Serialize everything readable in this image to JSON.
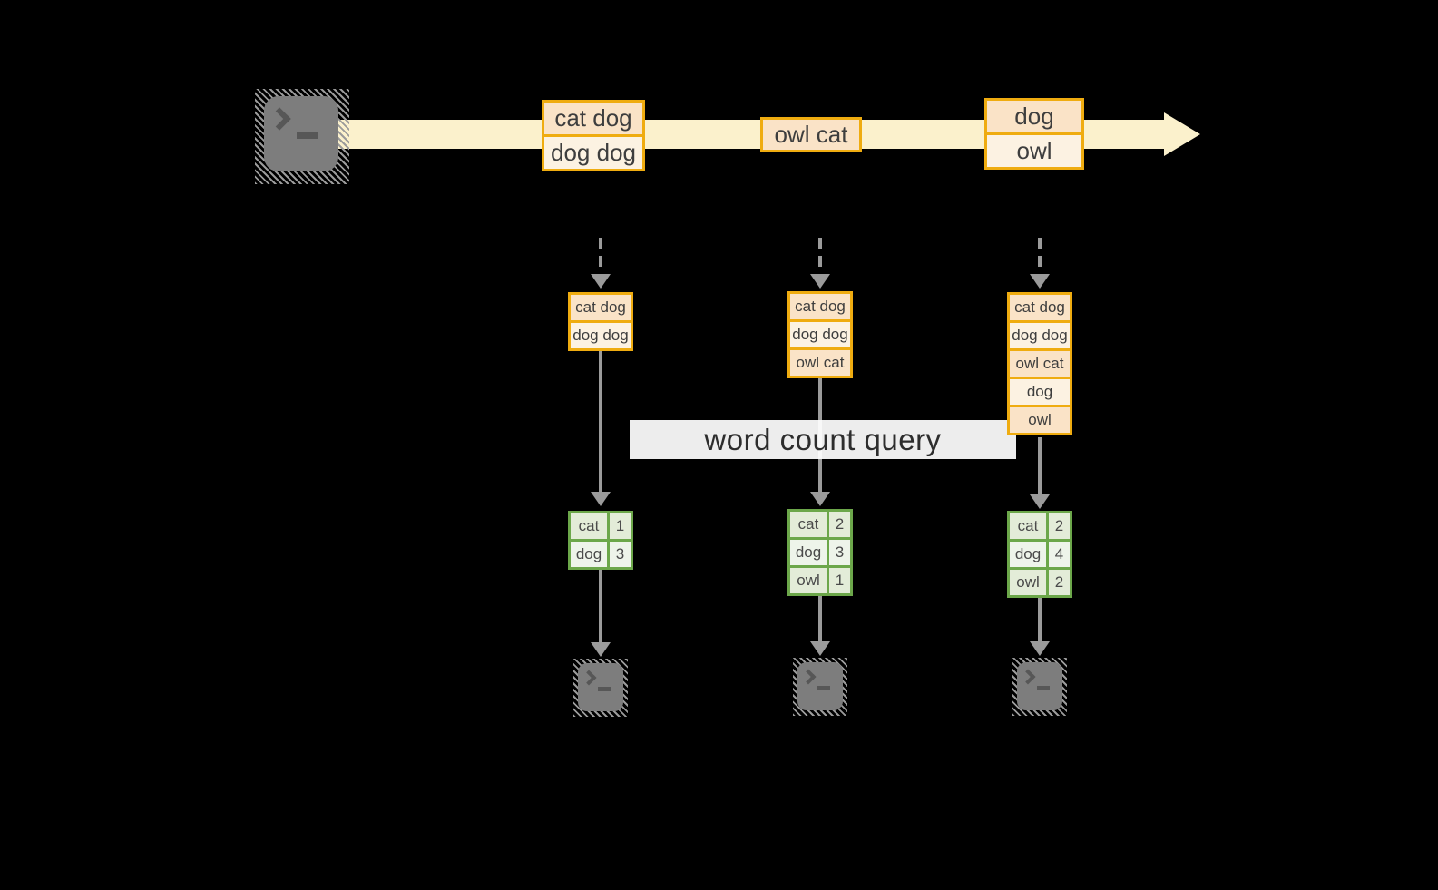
{
  "query": {
    "label": "word count query"
  },
  "stream": {
    "batches": [
      {
        "rows": [
          "cat dog",
          "dog dog"
        ]
      },
      {
        "rows": [
          "owl cat"
        ]
      },
      {
        "rows": [
          "dog",
          "owl"
        ]
      }
    ]
  },
  "states": [
    {
      "rows": [
        "cat dog",
        "dog dog"
      ]
    },
    {
      "rows": [
        "cat dog",
        "dog dog",
        "owl cat"
      ]
    },
    {
      "rows": [
        "cat dog",
        "dog dog",
        "owl cat",
        "dog",
        "owl"
      ]
    }
  ],
  "results": [
    {
      "rows": [
        {
          "word": "cat",
          "count": "1"
        },
        {
          "word": "dog",
          "count": "3"
        }
      ]
    },
    {
      "rows": [
        {
          "word": "cat",
          "count": "2"
        },
        {
          "word": "dog",
          "count": "3"
        },
        {
          "word": "owl",
          "count": "1"
        }
      ]
    },
    {
      "rows": [
        {
          "word": "cat",
          "count": "2"
        },
        {
          "word": "dog",
          "count": "4"
        },
        {
          "word": "owl",
          "count": "2"
        }
      ]
    }
  ],
  "icons": {
    "source": "terminal-icon",
    "sinks": [
      "terminal-icon",
      "terminal-icon",
      "terminal-icon"
    ]
  },
  "colors": {
    "background": "#000000",
    "stream_band": "#FBF1CC",
    "record_border": "#EFAC10",
    "record_fill_peach": "#FAE3C7",
    "record_fill_cream": "#FCF2E2",
    "table_border": "#6CA74A",
    "table_fill_dark": "#E3ECD8",
    "table_fill_light": "#EEF4EA",
    "arrow_gray": "#9B9B9B",
    "terminal_gray": "#7D7D7D",
    "query_band": "#FFFFFF"
  }
}
